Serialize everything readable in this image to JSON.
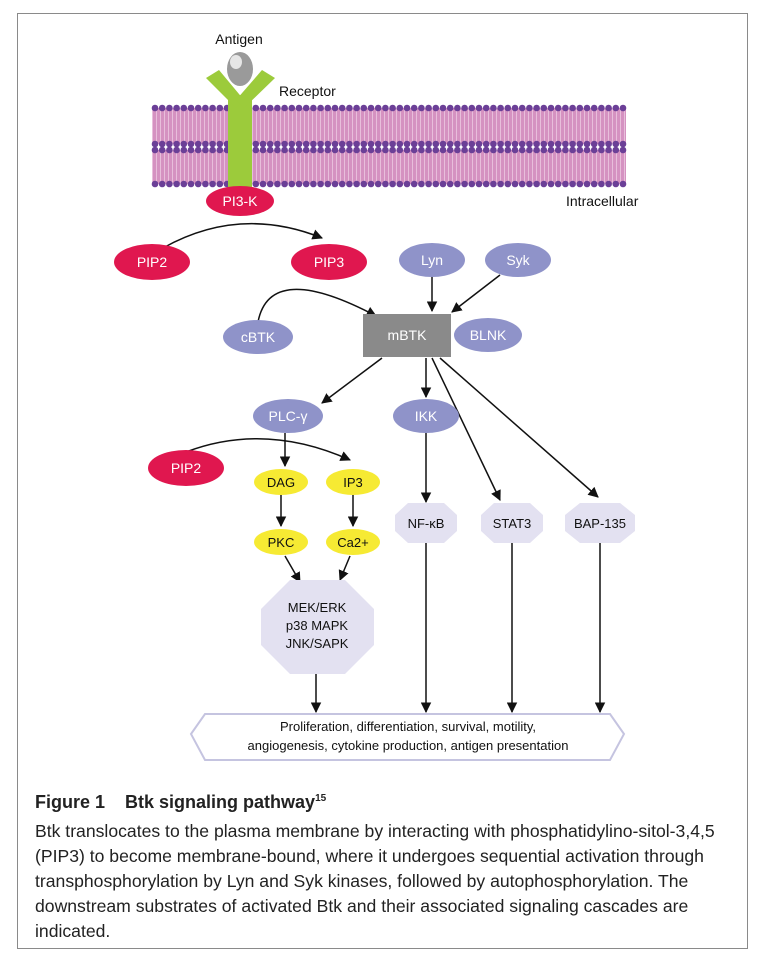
{
  "diagram": {
    "labels": {
      "antigen": "Antigen",
      "receptor": "Receptor",
      "intracellular": "Intracellular"
    },
    "nodes": {
      "pi3k": "PI3-K",
      "pip2_top": "PIP2",
      "pip3": "PIP3",
      "lyn": "Lyn",
      "syk": "Syk",
      "cbtk": "cBTK",
      "mbtk": "mBTK",
      "blnk": "BLNK",
      "plc": "PLC-γ",
      "ikk": "IKK",
      "pip2_bottom": "PIP2",
      "dag": "DAG",
      "ip3": "IP3",
      "pkc": "PKC",
      "ca2": "Ca2+",
      "nfkb": "NF-κB",
      "stat3": "STAT3",
      "bap135": "BAP-135",
      "mapk": [
        "MEK/ERK",
        "p38 MAPK",
        "JNK/SAPK"
      ],
      "outcome": [
        "Proliferation, differentiation, survival, motility,",
        "angiogenesis, cytokine production, antigen presentation"
      ]
    },
    "colors": {
      "membrane": "#d592c1",
      "membrane_head": "#6b3f97",
      "receptor": "#9ccb3b",
      "red_node": "#e0174f",
      "purple_node": "#8f93c9",
      "yellow_node": "#f6ea33",
      "lavender_node": "#e3e1f1",
      "mbtk_box": "#8a8a8a"
    }
  },
  "caption": {
    "label": "Figure 1",
    "title": "Btk signaling pathway",
    "ref": "15",
    "text": "Btk translocates to the plasma membrane by interacting with phosphatidylino-sitol-3,4,5 (PIP3) to become membrane-bound, where it undergoes sequential activation through transphosphorylation by Lyn and Syk kinases, followed by autophosphorylation. The downstream substrates of activated Btk and their associated signaling cascades are indicated."
  }
}
